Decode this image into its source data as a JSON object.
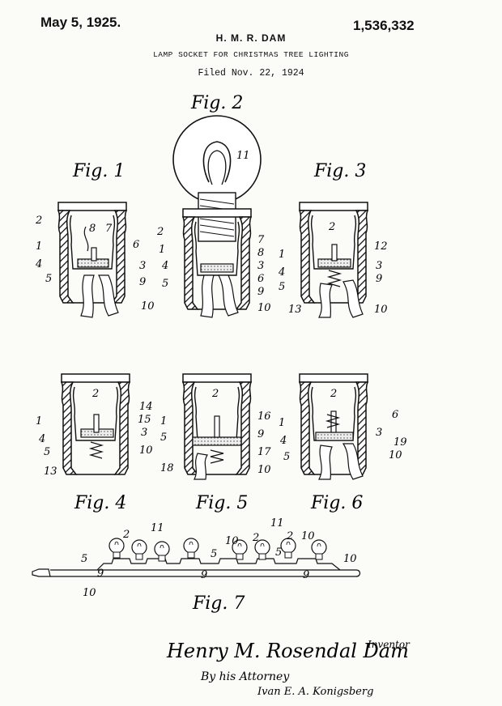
{
  "header": {
    "date": "May 5, 1925.",
    "patent_number": "1,536,332",
    "inventor": "H. M. R. DAM",
    "title": "LAMP SOCKET FOR CHRISTMAS TREE LIGHTING",
    "filed": "Filed Nov. 22, 1924"
  },
  "figures": {
    "fig1": "Fig. 1",
    "fig2": "Fig. 2",
    "fig3": "Fig. 3",
    "fig4": "Fig. 4",
    "fig5": "Fig. 5",
    "fig6": "Fig. 6",
    "fig7": "Fig. 7"
  },
  "references": {
    "r1": "1",
    "r2": "2",
    "r3": "3",
    "r4": "4",
    "r5": "5",
    "r6": "6",
    "r7": "7",
    "r8": "8",
    "r9": "9",
    "r10": "10",
    "r11": "11",
    "r12": "12",
    "r13": "13",
    "r14": "14",
    "r15": "15",
    "r16": "16",
    "r17": "17",
    "r18": "18",
    "r19": "19"
  },
  "signature": {
    "inventor_name": "Henry M. Rosendal Dam",
    "inventor_role": "Inventor",
    "by_line": "By his Attorney",
    "attorney_name": "Ivan E. A. Konigsberg"
  }
}
